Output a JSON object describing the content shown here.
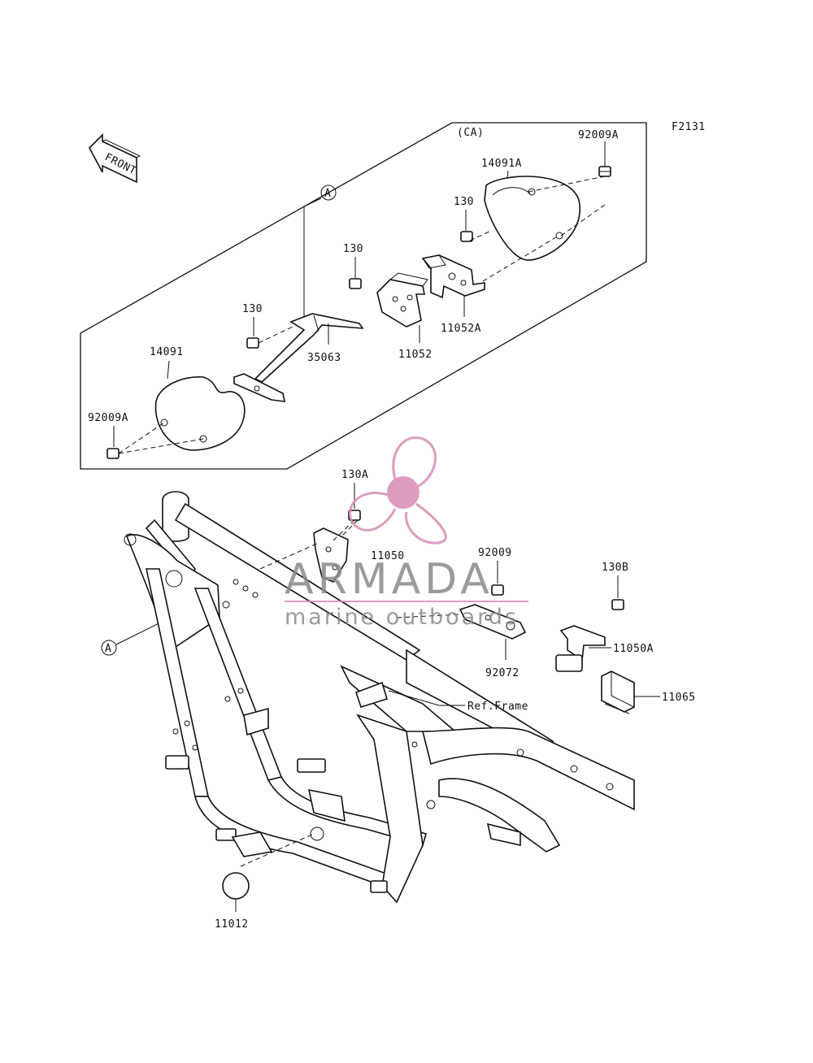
{
  "figure_code": "F2131",
  "region_code": "(CA)",
  "front_label": "FRONT",
  "callouts": {
    "ref_a_top": "A",
    "ref_a_frame": "A",
    "p92009A_top": "92009A",
    "p14091A": "14091A",
    "p130_right": "130",
    "p130_mid": "130",
    "p130_left": "130",
    "p11052A": "11052A",
    "p11052": "11052",
    "p35063": "35063",
    "p14091": "14091",
    "p92009A_bottom": "92009A",
    "p130A": "130A",
    "p11050": "11050",
    "p92009": "92009",
    "p92072": "92072",
    "p130B": "130B",
    "p11050A": "11050A",
    "p11065": "11065",
    "ref_frame": "Ref.Frame",
    "p11012": "11012"
  },
  "watermark": {
    "brand": "ARMADA",
    "tagline": "marine outboards",
    "color": "#d98bb4"
  }
}
